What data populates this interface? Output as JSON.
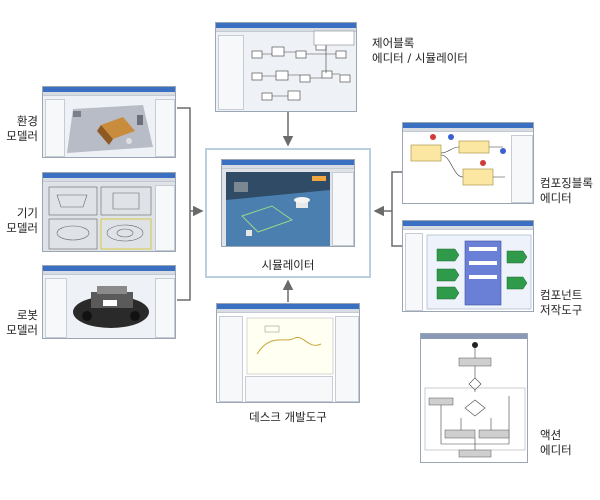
{
  "labels": {
    "control_block_editor": [
      "제어블록",
      "에디터 / 시뮬레이터"
    ],
    "environment_modeler": [
      "환경",
      "모델러"
    ],
    "device_modeler": [
      "기기",
      "모델러"
    ],
    "robot_modeler": [
      "로봇",
      "모델러"
    ],
    "simulator": "시뮬레이터",
    "component_block_editor": [
      "컴포징블록",
      "에디터"
    ],
    "component_authoring_tool": [
      "컴포넌트",
      "저작도구"
    ],
    "desk_dev_tool": "데스크 개발도구",
    "action_editor": [
      "액션",
      "에디터"
    ]
  },
  "colors": {
    "arrow": "#6b6b6b",
    "center_border": "#b9cfdd",
    "window_title": "#3a6fc1",
    "floor_blue": "#4a7fb0",
    "component_green": "#2f9a4a"
  }
}
